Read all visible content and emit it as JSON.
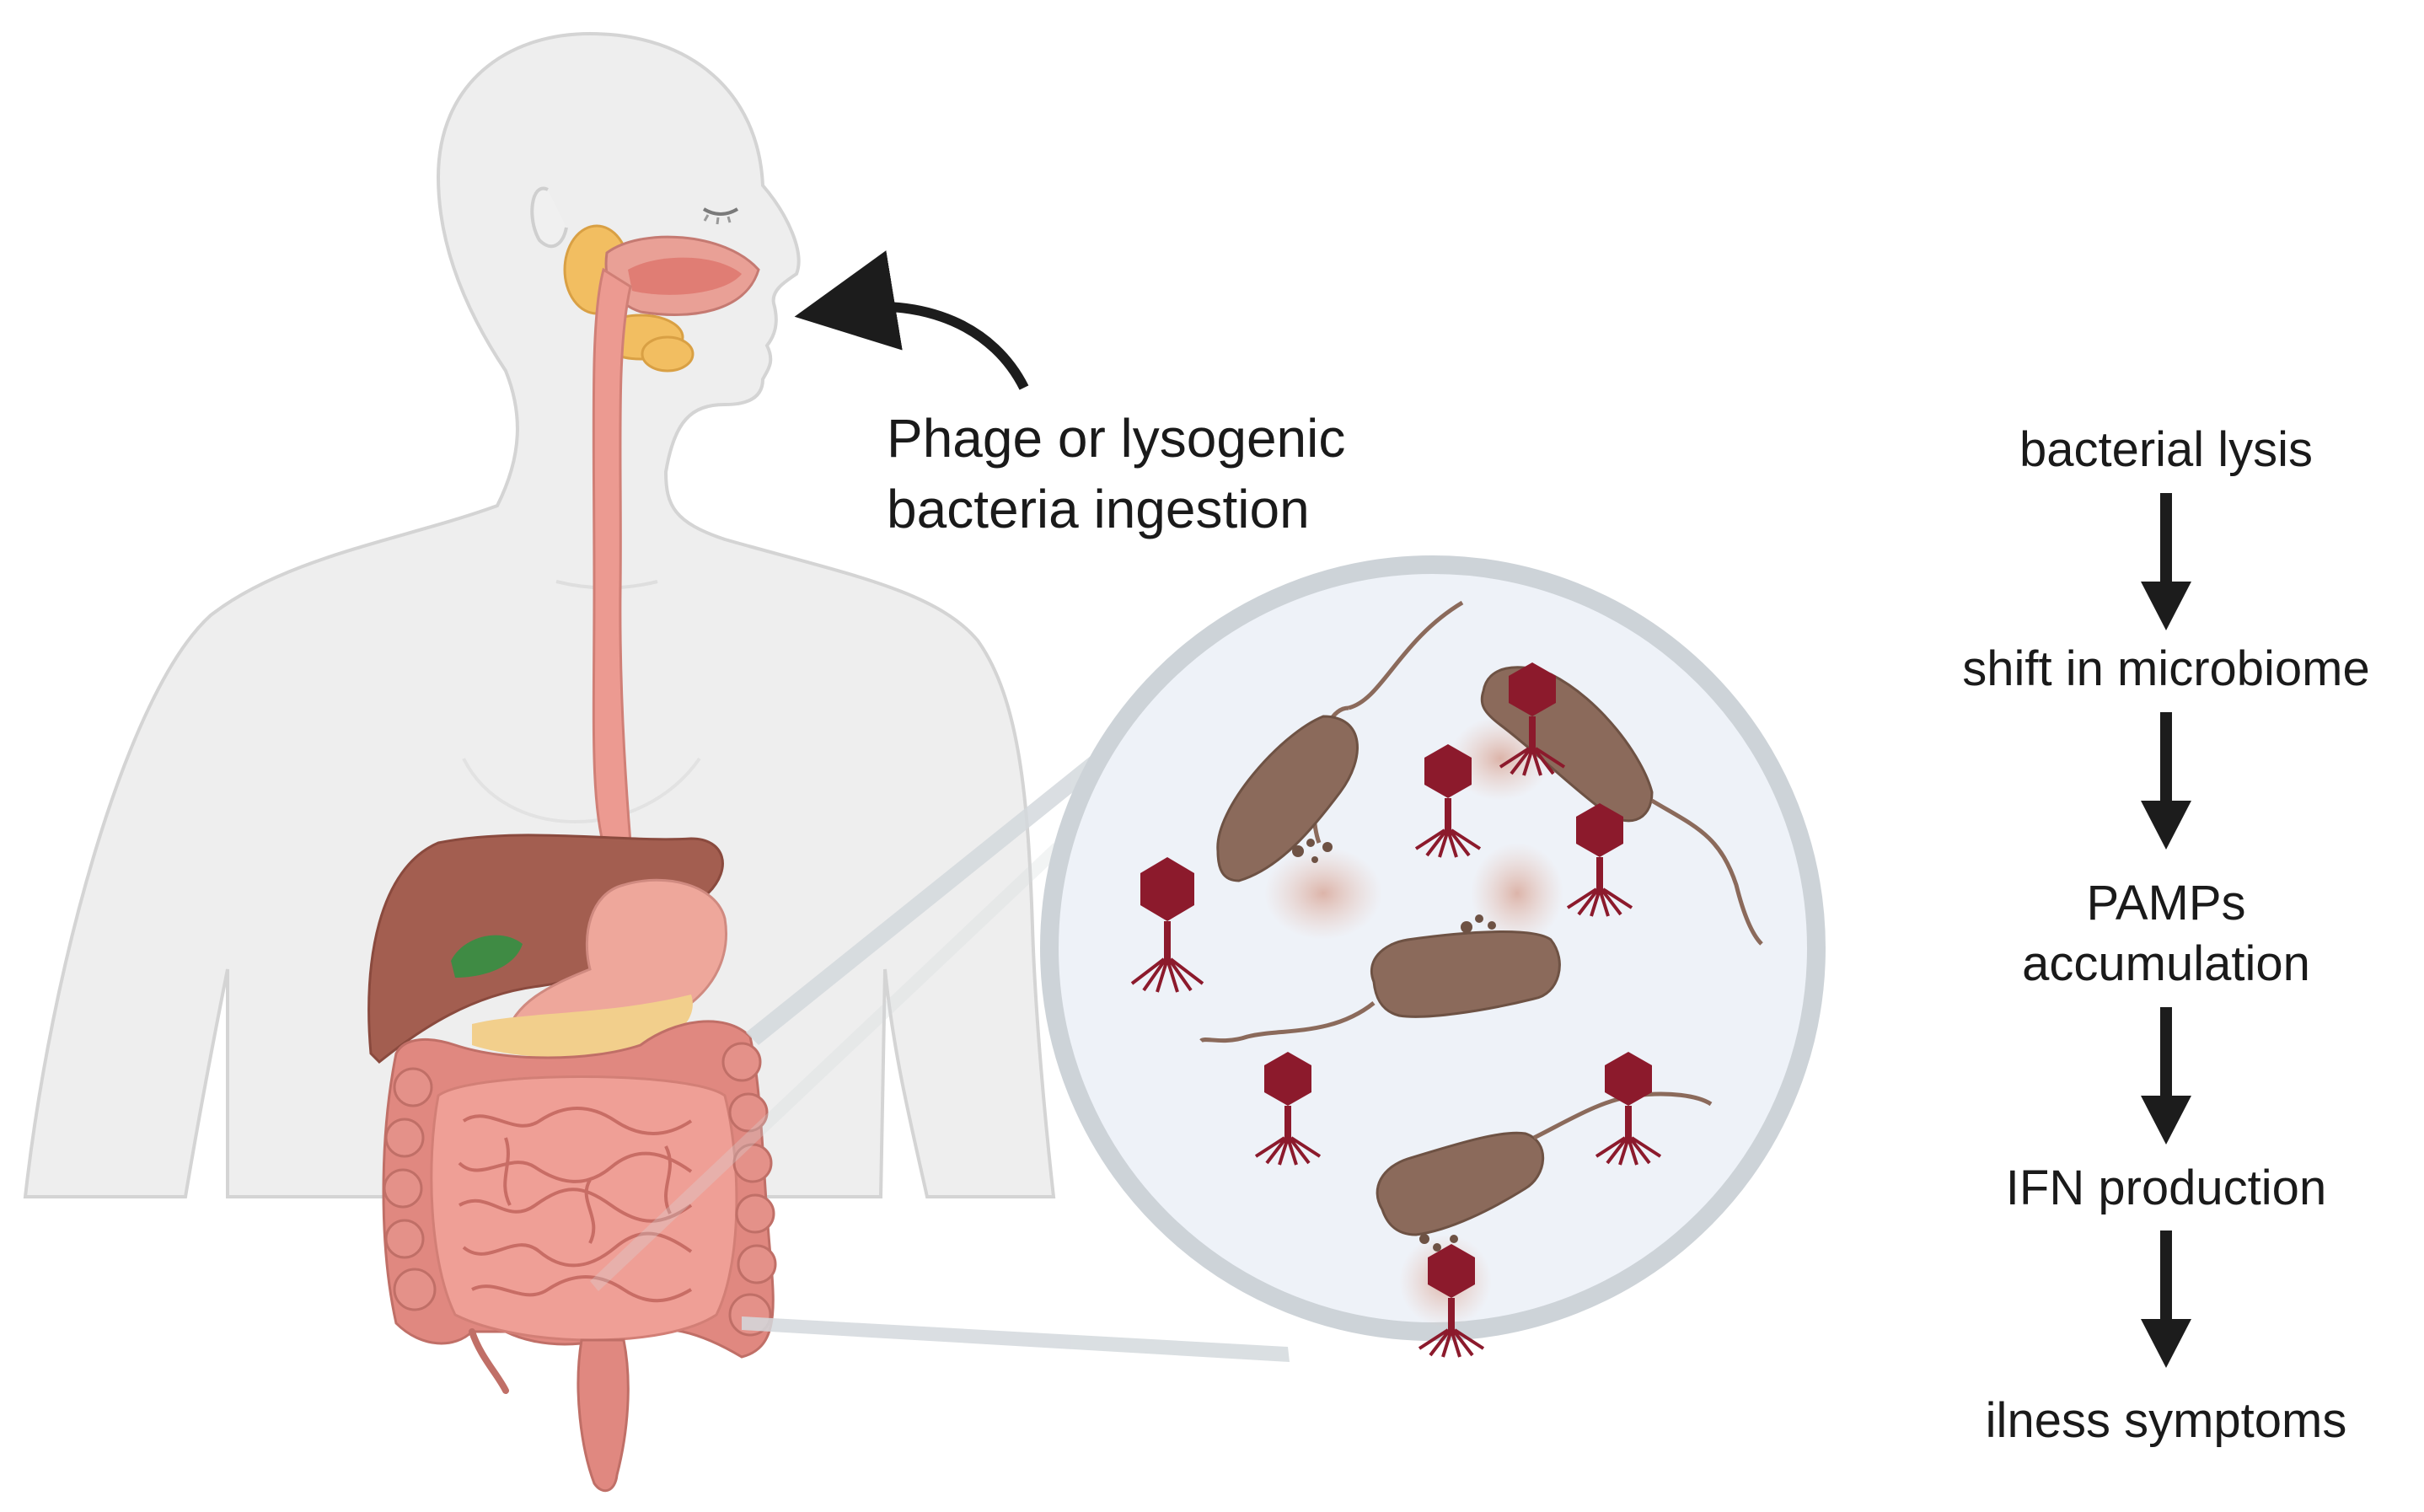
{
  "labels": {
    "ingestion_line1": "Phage or lysogenic",
    "ingestion_line2": "bacteria ingestion"
  },
  "flow": [
    {
      "text": "bacterial lysis"
    },
    {
      "text": "shift in microbiome"
    },
    {
      "text": "PAMPs\naccumulation"
    },
    {
      "text": "IFN production"
    },
    {
      "text": "ilness symptoms"
    }
  ],
  "colors": {
    "body": "#eeeeee",
    "body_outline": "#d4d4d4",
    "esophagus": "#ec9a91",
    "liver": "#a35e50",
    "stomach": "#eea79b",
    "intestine": "#ef9f96",
    "colon": "#e08880",
    "gallbladder": "#3f8b44",
    "salivary_gland": "#f2be61",
    "bacteria": "#8b6a5b",
    "phage": "#8c1a2c",
    "zoom_circle_fill": "#eef2f8",
    "zoom_circle_border": "#cdd3d8",
    "arrow": "#1c1c1c"
  }
}
